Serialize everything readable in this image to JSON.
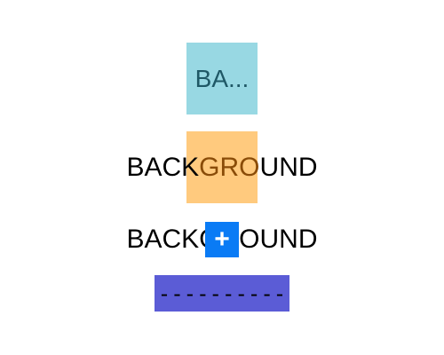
{
  "colors": {
    "row1_bg": "#98d8e3",
    "row2_bg": "#ffca7e",
    "badge_bg": "#0a7bf5",
    "bar_bg": "#5b5cd6"
  },
  "row1": {
    "text": "BA..."
  },
  "row2": {
    "left": "BACK",
    "inside": "GRO",
    "right": "UND"
  },
  "row3": {
    "text": "BACKGROUND",
    "badge_icon": "plus-icon",
    "badge_glyph": "+"
  },
  "row4": {
    "text": "----------"
  }
}
